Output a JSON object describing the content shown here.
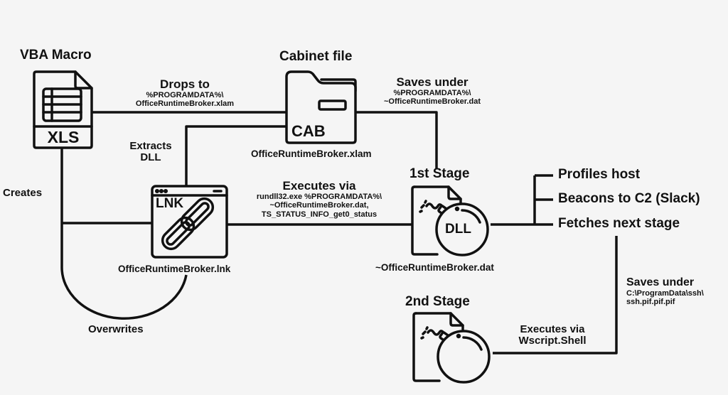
{
  "nodes": {
    "vba_macro": {
      "title": "VBA Macro",
      "icon_text": "XLS",
      "icon": "spreadsheet-file-icon"
    },
    "cabinet": {
      "title": "Cabinet file",
      "icon_text": "CAB",
      "filename": "OfficeRuntimeBroker.xlam",
      "icon": "folder-icon"
    },
    "lnk": {
      "icon_text": "LNK",
      "filename": "OfficeRuntimeBroker.lnk",
      "icon": "link-window-icon"
    },
    "stage1": {
      "title": "1st Stage",
      "icon_text": "DLL",
      "filename": "~OfficeRuntimeBroker.dat",
      "icon": "bomb-file-icon"
    },
    "stage2": {
      "title": "2nd Stage",
      "icon": "bomb-file-icon"
    }
  },
  "edges": {
    "drops_to": {
      "title": "Drops to",
      "lines": [
        "%PROGRAMDATA%\\",
        "OfficeRuntimeBroker.xlam"
      ]
    },
    "saves_under_1": {
      "title": "Saves under",
      "lines": [
        "%PROGRAMDATA%\\",
        "~OfficeRuntimeBroker.dat"
      ]
    },
    "extracts": {
      "lines": [
        "Extracts",
        "DLL"
      ]
    },
    "creates": {
      "title": "Creates"
    },
    "overwrites": {
      "title": "Overwrites"
    },
    "executes_1": {
      "title": "Executes via",
      "lines": [
        "rundll32.exe %PROGRAMDATA%\\",
        "~OfficeRuntimeBroker.dat,",
        "TS_STATUS_INFO_get0_status"
      ]
    },
    "saves_under_2": {
      "title": "Saves under",
      "lines": [
        "C:\\ProgramData\\ssh\\",
        "ssh.pif.pif.pif"
      ]
    },
    "executes_2": {
      "lines": [
        "Executes via",
        "Wscript.Shell"
      ]
    }
  },
  "capabilities": [
    "Profiles host",
    "Beacons to C2 (Slack)",
    "Fetches next stage"
  ]
}
